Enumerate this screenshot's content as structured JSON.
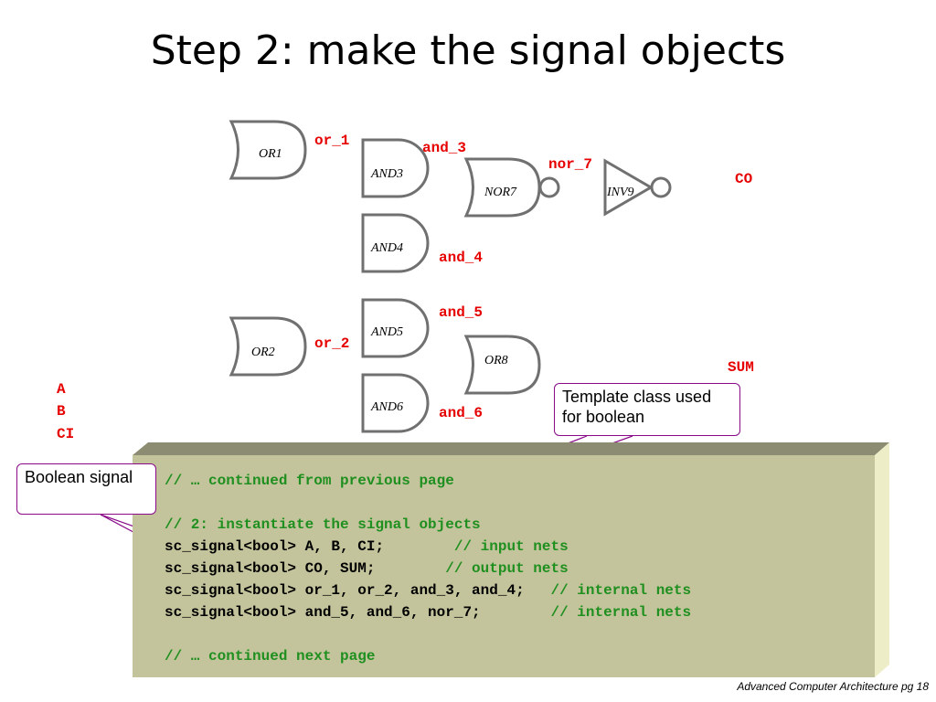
{
  "title": "Step 2: make the signal objects",
  "gates": {
    "or1": "OR1",
    "or2": "OR2",
    "and3": "AND3",
    "and4": "AND4",
    "and5": "AND5",
    "and6": "AND6",
    "nor7": "NOR7",
    "or8": "OR8",
    "inv9": "INV9"
  },
  "nets": {
    "or_1": "or_1",
    "or_2": "or_2",
    "and_3": "and_3",
    "and_4": "and_4",
    "and_5": "and_5",
    "and_6": "and_6",
    "nor_7": "nor_7",
    "co": "CO",
    "sum": "SUM",
    "a": "A",
    "b": "B",
    "ci": "CI"
  },
  "callouts": {
    "template_class": "Template class used for boolean",
    "boolean_signal": "Boolean signal"
  },
  "code": {
    "line1": "// … continued from previous page",
    "line2": "// 2: instantiate the signal objects",
    "line3_code": "sc_signal<bool> A, B, CI;        ",
    "line3_comment": "// input nets",
    "line4_code": "sc_signal<bool> CO, SUM;        ",
    "line4_comment": "// output nets",
    "line5_code": "sc_signal<bool> or_1, or_2, and_3, and_4;   ",
    "line5_comment": "// internal nets",
    "line6_code": "sc_signal<bool> and_5, and_6, nor_7;        ",
    "line6_comment": "// internal nets",
    "line7": "// … continued next page"
  },
  "footer": "Advanced Computer Architecture  pg 18",
  "colors": {
    "net_label": "#e60000",
    "gate_stroke": "#707070",
    "code_bg": "#c4c49c",
    "comment": "#1f8f1f",
    "callout_border": "#8a0a8a"
  }
}
